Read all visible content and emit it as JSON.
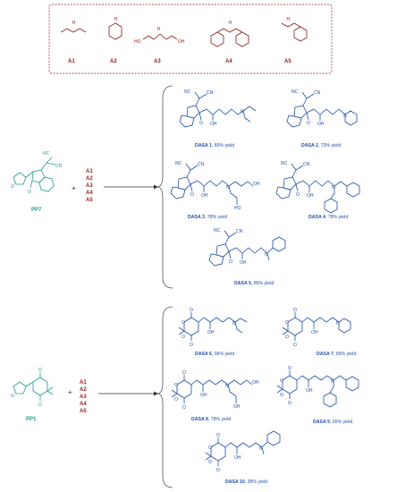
{
  "amines": [
    {
      "label": "A1"
    },
    {
      "label": "A2"
    },
    {
      "label": "A3"
    },
    {
      "label": "A4"
    },
    {
      "label": "A5"
    }
  ],
  "amine_atoms": {
    "nh": "H",
    "n": "N",
    "ho": "HO",
    "oh": "OH"
  },
  "reaction1": {
    "start_label": "PP7",
    "plus": "+",
    "reagents": [
      "A1",
      "A2",
      "A3",
      "A4",
      "A5"
    ],
    "atoms": {
      "nc": "NC",
      "cn": "CN",
      "o": "O"
    }
  },
  "reaction2": {
    "start_label": "PP1",
    "plus": "+",
    "reagents": [
      "A1",
      "A2",
      "A3",
      "A4",
      "A5"
    ],
    "atoms": {
      "o": "O"
    }
  },
  "dasa_atoms": {
    "nc": "NC",
    "cn": "CN",
    "o": "O",
    "oh": "OH",
    "n": "N",
    "ho": "HO"
  },
  "products": [
    {
      "name": "DASA 1",
      "yield": ", 85% yield"
    },
    {
      "name": "DASA 2",
      "yield": ", 73% yield"
    },
    {
      "name": "DASA 3",
      "yield": ", 78% yield"
    },
    {
      "name": "DASA 4",
      "yield": ", 78% yield"
    },
    {
      "name": "DASA 5",
      "yield": ", 86% yield"
    },
    {
      "name": "DASA 6",
      "yield": ", 96% yield"
    },
    {
      "name": "DASA 7",
      "yield": ", 65% yield"
    },
    {
      "name": "DASA 8",
      "yield": ", 78% yield"
    },
    {
      "name": "DASA 9",
      "yield": ", 65% yield"
    },
    {
      "name": "DASA 10",
      "yield": ", 38% yield"
    }
  ],
  "colors": {
    "amine": "#8b1a1a",
    "product": "#1f4fa8",
    "starting_material": "#1f9a8a"
  }
}
